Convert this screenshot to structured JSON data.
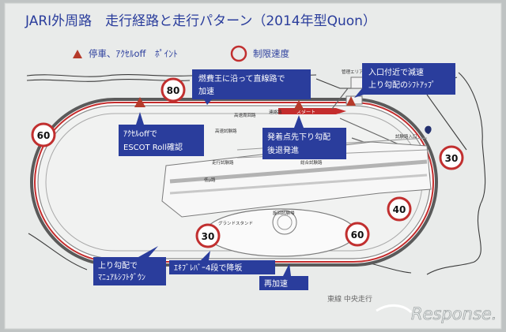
{
  "title": "JARI外周路　走行経路と走行パターン（2014年型Quon）",
  "legend": {
    "stop": "停車、ｱｸｾﾙoff　ﾎﾟｲﾝﾄ",
    "speed_limit": "制限速度"
  },
  "speed_signs": [
    "80",
    "60",
    "30",
    "40",
    "60",
    "30"
  ],
  "callouts": [
    {
      "line1": "燃費王に沿って直線路で",
      "line2": "加速"
    },
    {
      "line1": "入口付近で減速",
      "line2": "上り勾配のｼﾌﾄｱｯﾌﾟ"
    },
    {
      "line1": "ｱｸｾﾙoffで",
      "line2": "ESCOT Roll確認"
    },
    {
      "line1": "発着点先下り勾配",
      "line2": "後退発進"
    },
    {
      "line1": "上り勾配で",
      "line2": "ﾏﾆｭｱﾙｼﾌﾄﾀﾞｳﾝ"
    },
    {
      "line1": "ｴｷﾌﾞﾚﾊﾞｰ4段で降坂"
    },
    {
      "line1": "再加速"
    }
  ],
  "map": {
    "start": "スタート",
    "kosoku_shukai": "高速周回路",
    "renraku": "連絡路",
    "kosoku_shiken": "高速試験路",
    "sokouro": "走行試験路",
    "sogo": "総合試験路",
    "sokushi": "低μ路",
    "grandstand": "グランドスタンド",
    "tenkai": "旋回試験場",
    "shikenro": "試験路入口",
    "kanri": "管理エリア"
  },
  "handwritten_note": "東線 中央走行",
  "watermark": "Response."
}
